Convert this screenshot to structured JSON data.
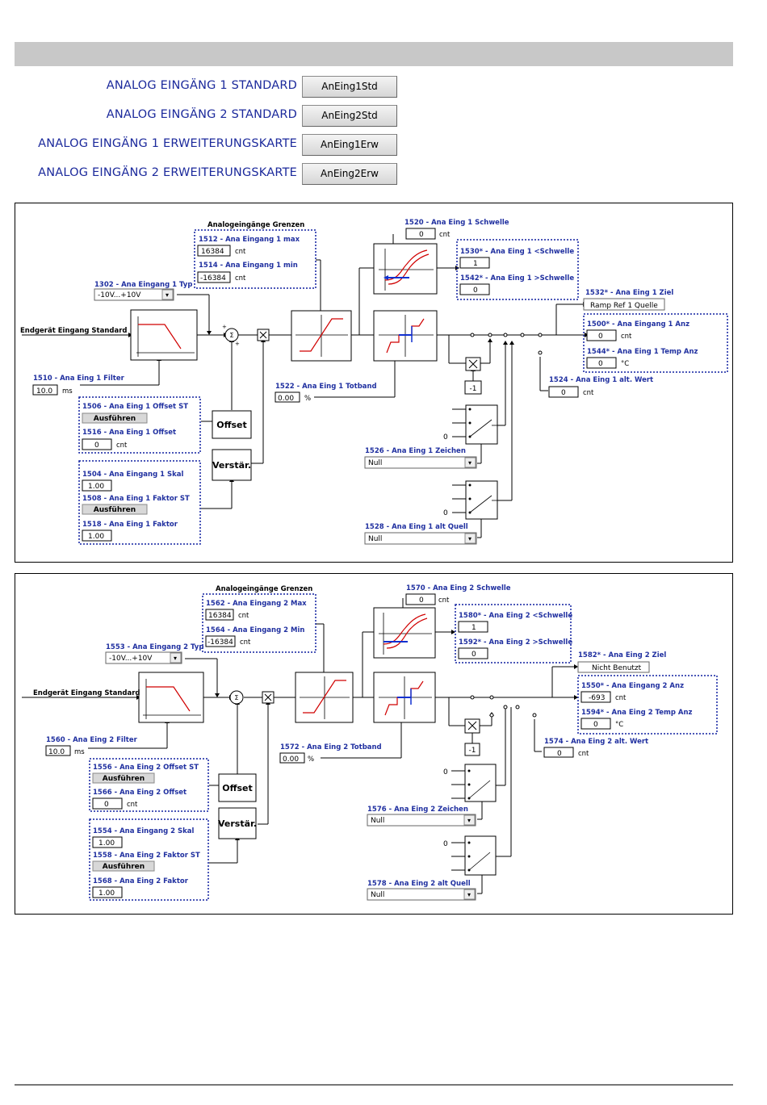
{
  "nav": [
    {
      "label": "ANALOG EINGÄNG 1 STANDARD",
      "button": "AnEing1Std"
    },
    {
      "label": "ANALOG EINGÄNG 2 STANDARD",
      "button": "AnEing2Std"
    },
    {
      "label": "ANALOG EINGÄNG 1 ERWEITERUNGSKARTE",
      "button": "AnEing1Erw"
    },
    {
      "label": "ANALOG EINGÄNG 2 ERWEITERUNGSKARTE",
      "button": "AnEing2Erw"
    }
  ],
  "d1": {
    "limits_title": "Analogeingänge Grenzen",
    "max_label": "1512 - Ana Eingang 1 max",
    "max_value": "16384",
    "max_unit": "cnt",
    "min_label": "1514 - Ana Eingang 1 min",
    "min_value": "-16384",
    "min_unit": "cnt",
    "typ_label": "1302 - Ana Eingang 1 Typ",
    "typ_value": "-10V...+10V",
    "source": "Endgerät Eingang Standard",
    "filter_label": "1510 - Ana Eing 1 Filter",
    "filter_value": "10.0",
    "filter_unit": "ms",
    "offset_st_label": "1506 - Ana Eing 1 Offset ST",
    "offset_st_btn": "Ausführen",
    "offset_label": "1516 - Ana Eing 1 Offset",
    "offset_value": "0",
    "offset_unit": "cnt",
    "skal_label": "1504 - Ana Eingang 1 Skal",
    "skal_value": "1.00",
    "faktor_st_label": "1508 - Ana Eing 1 Faktor ST",
    "faktor_st_btn": "Ausführen",
    "faktor_label": "1518 - Ana Eing 1 Faktor",
    "faktor_value": "1.00",
    "offset_block": "Offset",
    "verstaer_block": "Verstär.",
    "totband_label": "1522 - Ana Eing 1 Totband",
    "totband_value": "0.00",
    "totband_unit": "%",
    "schwelle_label": "1520 - Ana Eing 1 Schwelle",
    "schwelle_value": "0",
    "schwelle_unit": "cnt",
    "lt_label": "1530* - Ana Eing 1 <Schwelle",
    "lt_value": "1",
    "gt_label": "1542* - Ana Eing 1 >Schwelle",
    "gt_value": "0",
    "ziel_label": "1532* - Ana Eing 1 Ziel",
    "ziel_value": "Ramp Ref 1 Quelle",
    "anz_label": "1500* - Ana Eingang 1 Anz",
    "anz_value": "0",
    "anz_unit": "cnt",
    "temp_label": "1544* - Ana Eing 1 Temp Anz",
    "temp_value": "0",
    "temp_unit": "°C",
    "alt_label": "1524 - Ana Eing 1 alt. Wert",
    "alt_value": "0",
    "alt_unit": "cnt",
    "neg_one": "-1",
    "zero": "0",
    "zeichen_label": "1526 - Ana Eing 1 Zeichen",
    "zeichen_value": "Null",
    "altq_label": "1528 - Ana Eing 1 alt Quell",
    "altq_value": "Null"
  },
  "d2": {
    "limits_title": "Analogeingänge Grenzen",
    "max_label": "1562 - Ana Eingang 2 Max",
    "max_value": "16384",
    "max_unit": "cnt",
    "min_label": "1564 - Ana Eingang 2 Min",
    "min_value": "-16384",
    "min_unit": "cnt",
    "typ_label": "1553 - Ana Eingang 2 Typ",
    "typ_value": "-10V...+10V",
    "source": "Endgerät Eingang Standard",
    "filter_label": "1560 - Ana Eing 2 Filter",
    "filter_value": "10.0",
    "filter_unit": "ms",
    "offset_st_label": "1556 - Ana Eing 2 Offset ST",
    "offset_st_btn": "Ausführen",
    "offset_label": "1566 - Ana Eing 2 Offset",
    "offset_value": "0",
    "offset_unit": "cnt",
    "skal_label": "1554 - Ana Eingang 2 Skal",
    "skal_value": "1.00",
    "faktor_st_label": "1558 - Ana Eing 2 Faktor ST",
    "faktor_st_btn": "Ausführen",
    "faktor_label": "1568 - Ana Eing 2 Faktor",
    "faktor_value": "1.00",
    "offset_block": "Offset",
    "verstaer_block": "Verstär.",
    "totband_label": "1572 - Ana Eing 2 Totband",
    "totband_value": "0.00",
    "totband_unit": "%",
    "schwelle_label": "1570 - Ana Eing 2 Schwelle",
    "schwelle_value": "0",
    "schwelle_unit": "cnt",
    "lt_label": "1580* - Ana Eing 2 <Schwelle",
    "lt_value": "1",
    "gt_label": "1592* - Ana Eing 2 >Schwelle",
    "gt_value": "0",
    "ziel_label": "1582* - Ana Eing 2 Ziel",
    "ziel_value": "Nicht Benutzt",
    "anz_label": "1550* - Ana Eingang 2 Anz",
    "anz_value": "-693",
    "anz_unit": "cnt",
    "temp_label": "1594* - Ana Eing 2 Temp Anz",
    "temp_value": "0",
    "temp_unit": "°C",
    "alt_label": "1574 - Ana Eing 2 alt. Wert",
    "alt_value": "0",
    "alt_unit": "cnt",
    "neg_one": "-1",
    "zero": "0",
    "zeichen_label": "1576 - Ana Eing 2 Zeichen",
    "zeichen_value": "Null",
    "altq_label": "1578 - Ana Eing 2 alt Quell",
    "altq_value": "Null"
  }
}
